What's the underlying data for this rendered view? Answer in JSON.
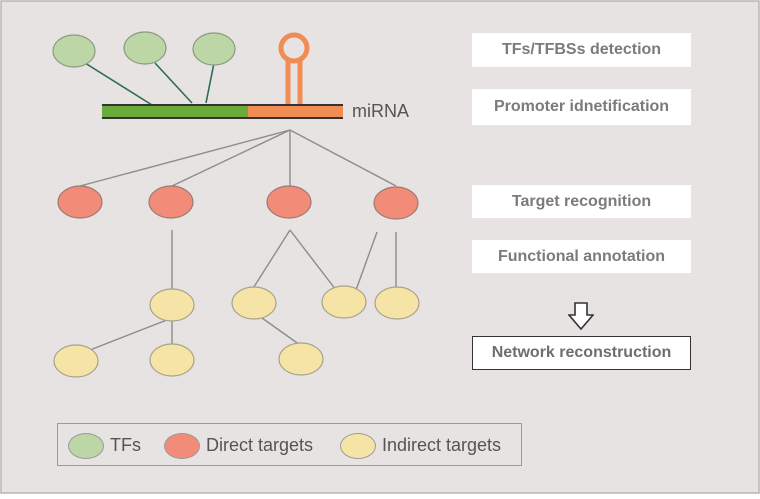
{
  "colors": {
    "background": "#e6e3e2",
    "tf": "#bcd6a6",
    "direct": "#f28c79",
    "indirect": "#f6e4a6",
    "promoter": "#6aab3c",
    "mirna": "#f28c55"
  },
  "diagram": {
    "mirna_label": "miRNA"
  },
  "steps": [
    {
      "label": "TFs/TFBSs detection"
    },
    {
      "label": "Promoter idnetification"
    },
    {
      "label": "Target recognition"
    },
    {
      "label": "Functional annotation"
    },
    {
      "label": "Network reconstruction"
    }
  ],
  "legend": {
    "items": [
      {
        "label": "TFs",
        "color": "#bcd6a6"
      },
      {
        "label": "Direct targets",
        "color": "#f28c79"
      },
      {
        "label": "Indirect targets",
        "color": "#f6e4a6"
      }
    ]
  }
}
